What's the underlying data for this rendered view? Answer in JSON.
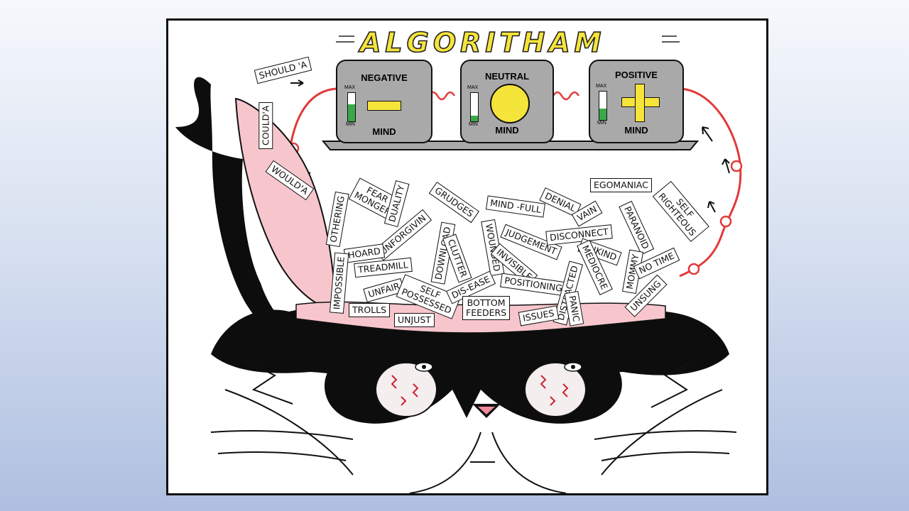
{
  "title": "ALGORITHAM",
  "boxes": {
    "negative": {
      "top": "NEGATIVE",
      "bottom": "MIND",
      "gauge_max": "MAX",
      "gauge_min": "MIN",
      "level": 0.6,
      "symbol": "minus-symbol"
    },
    "neutral": {
      "top": "NEUTRAL",
      "bottom": "MIND",
      "gauge_max": "MAX",
      "gauge_min": "MIN",
      "level": 0.2,
      "symbol": "circle-symbol"
    },
    "positive": {
      "top": "POSITIVE",
      "bottom": "MIND",
      "gauge_max": "MAX",
      "gauge_min": "MIN",
      "level": 0.4,
      "symbol": "plus-symbol"
    }
  },
  "lid_words": {
    "should_a": "SHOULD 'A",
    "could_a": "COULD'A",
    "would_a": "WOULD'A"
  },
  "words": {
    "othering": "OTHERING",
    "fear": "FEAR",
    "monger": "MONGER",
    "duality": "DUALITY",
    "grudges": "GRUDGES",
    "mind_full": "MIND -FULL",
    "denial": "DENIAL",
    "egomaniac": "EGOMANIAC",
    "self_righteous_1": "SELF",
    "self_righteous_2": "RIGHTEOUS",
    "unforgivin": "UNFORGIVIN",
    "hoard": "HOARD",
    "treadmill": "TREADMILL",
    "download": "DOWNLOAD",
    "clutter": "CLUTTER",
    "wounded": "WOUNDED",
    "judgement": "JUDGEMENT",
    "disconnect": "DISCONNECT",
    "vain": "VAIN",
    "paranoid": "PARANOID",
    "unkind": "UNKIND",
    "invisible": "INVISIBLE",
    "mediocre": "MEDIOCRE",
    "mommy": "MOMMY",
    "no_time": "NO TIME",
    "impossible": "IMPOSSIBLE",
    "unfair": "UNFAIR",
    "self_possessed_1": "SELF",
    "self_possessed_2": "POSSESSED",
    "dis_ease": "DIS-EASE",
    "positioning": "POSITIONING",
    "distracted": "DISTRACTED",
    "unsung": "UNSUNG",
    "trolls": "TROLLS",
    "unjust": "UNJUST",
    "bottom_feeders_1": "BOTTOM",
    "bottom_feeders_2": "FEEDERS",
    "issues": "ISSUES",
    "panic": "PANIC"
  },
  "colors": {
    "box_fill": "#a9a9a9",
    "title_fill": "#f5e43a",
    "symbol_fill": "#f5e43a",
    "wire": "#e23a3a",
    "brain_pink": "#f7c6cc",
    "cat_black": "#0d0d0d",
    "gauge_green": "#3aa84a"
  }
}
